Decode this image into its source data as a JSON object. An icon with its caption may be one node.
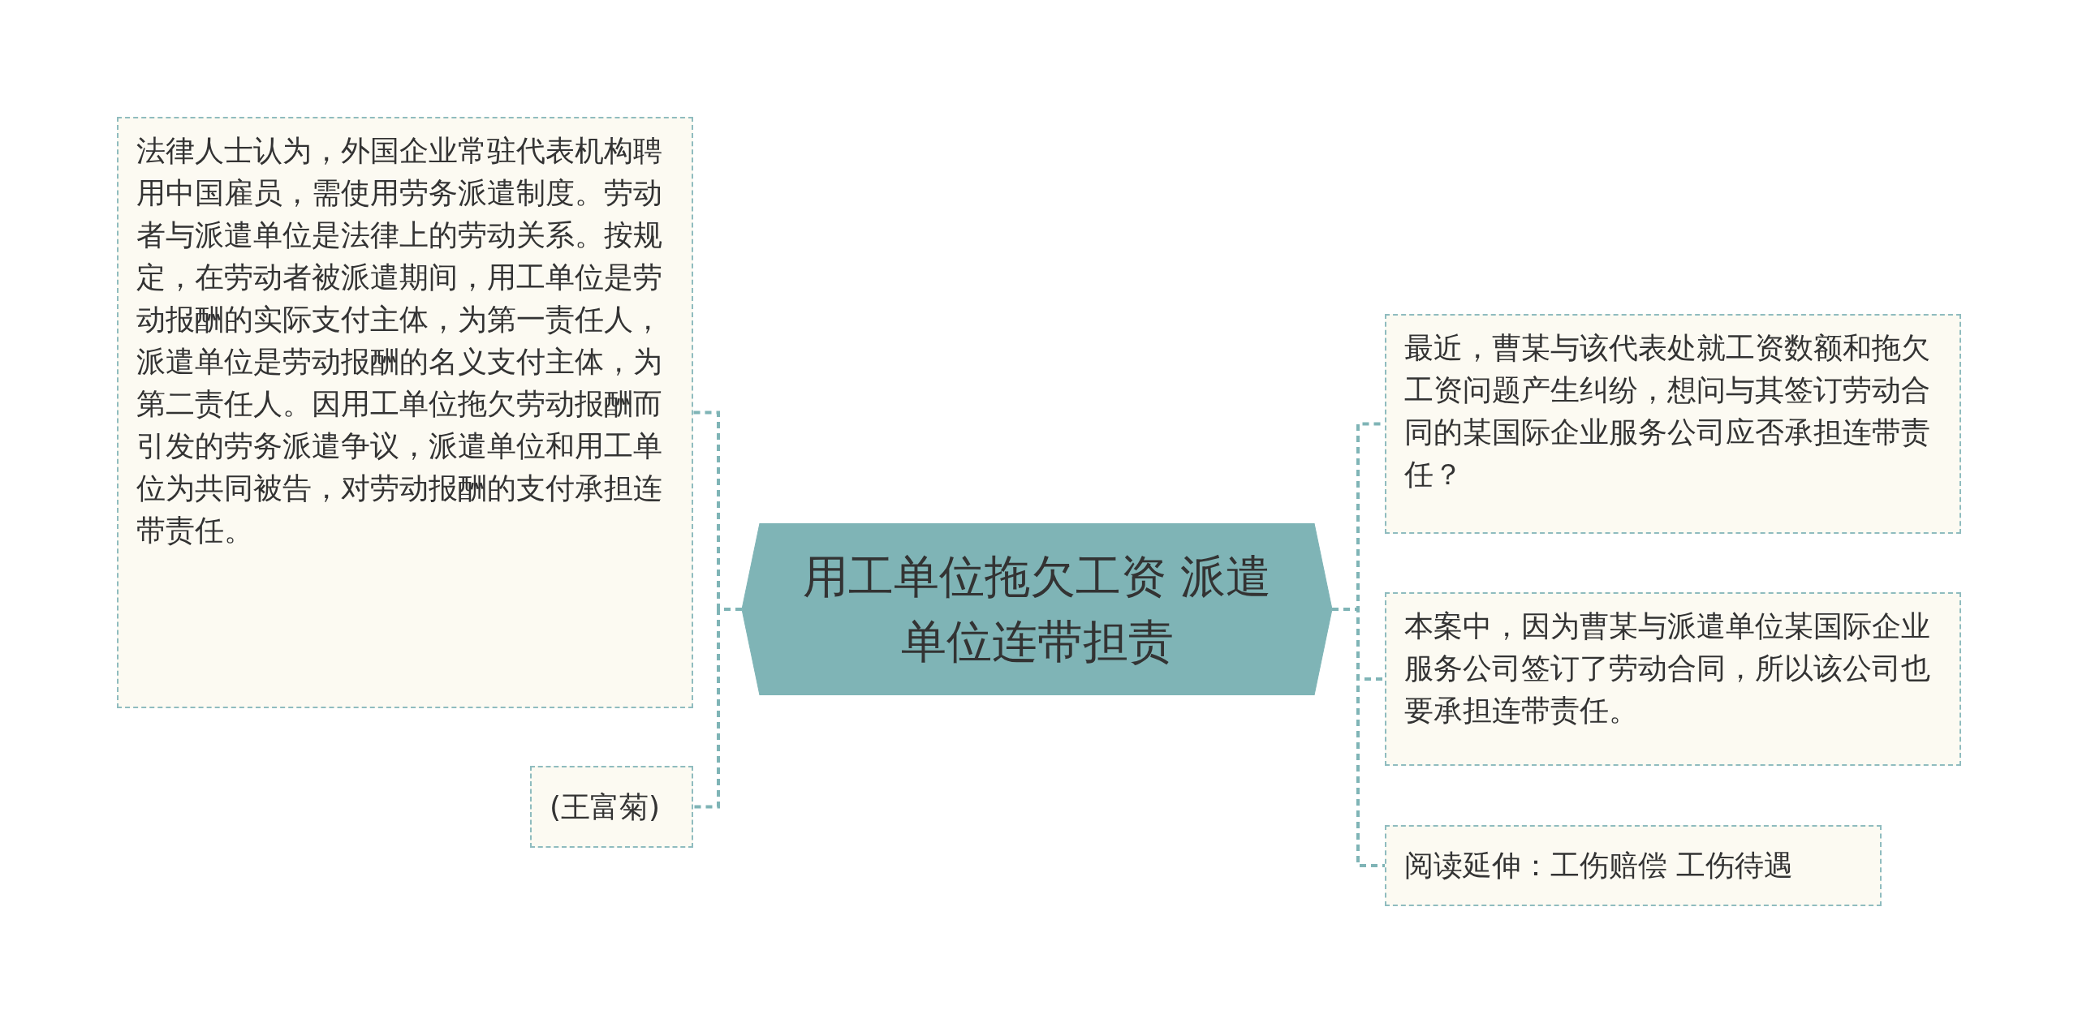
{
  "diagram": {
    "nodes": [
      {
        "text": [
          "用工单位拖欠工资  派遣单位连带担责"
        ]
      },
      {
        "text": [
          "法律人士认为，外国企业常驻代表机构聘用中国雇员，需使用劳务派遣制度。劳动者与派遣单位是法律上的劳动关系。按规定，在劳动者被派遣期间，用工单位是劳动报酬的实际支付主体，为第一责任人，派遣单位是劳动报酬的名义支付主体，为第二责任人。因用工单位拖欠劳动报酬而引发的劳务派遣争议，派遣单位和用工单位为共同被告，对劳动报酬的支付承担连带责任。"
        ]
      },
      {
        "text": [
          "(王富菊)"
        ]
      },
      {
        "text": [
          "最近，曹某与该代表处就工资数额和拖欠工资问题产生纠纷，想问与其签订劳动合同的某国际企业服务公司应否承担连带责任？"
        ]
      },
      {
        "text": [
          "本案中，因为曹某与派遣单位某国际企业服务公司签订了劳动合同，所以该公司也要承担连带责任。"
        ]
      },
      {
        "text": [
          "阅读延伸：工伤赔偿 工伤待遇"
        ]
      }
    ],
    "edges": [
      {
        "from": 0,
        "to": 1,
        "arrow": "none",
        "style": "dashed"
      },
      {
        "from": 0,
        "to": 2,
        "arrow": "none",
        "style": "dashed"
      },
      {
        "from": 0,
        "to": 3,
        "arrow": "none",
        "style": "dashed"
      },
      {
        "from": 0,
        "to": 4,
        "arrow": "none",
        "style": "dashed"
      },
      {
        "from": 0,
        "to": 5,
        "arrow": "none",
        "style": "dashed"
      }
    ]
  }
}
